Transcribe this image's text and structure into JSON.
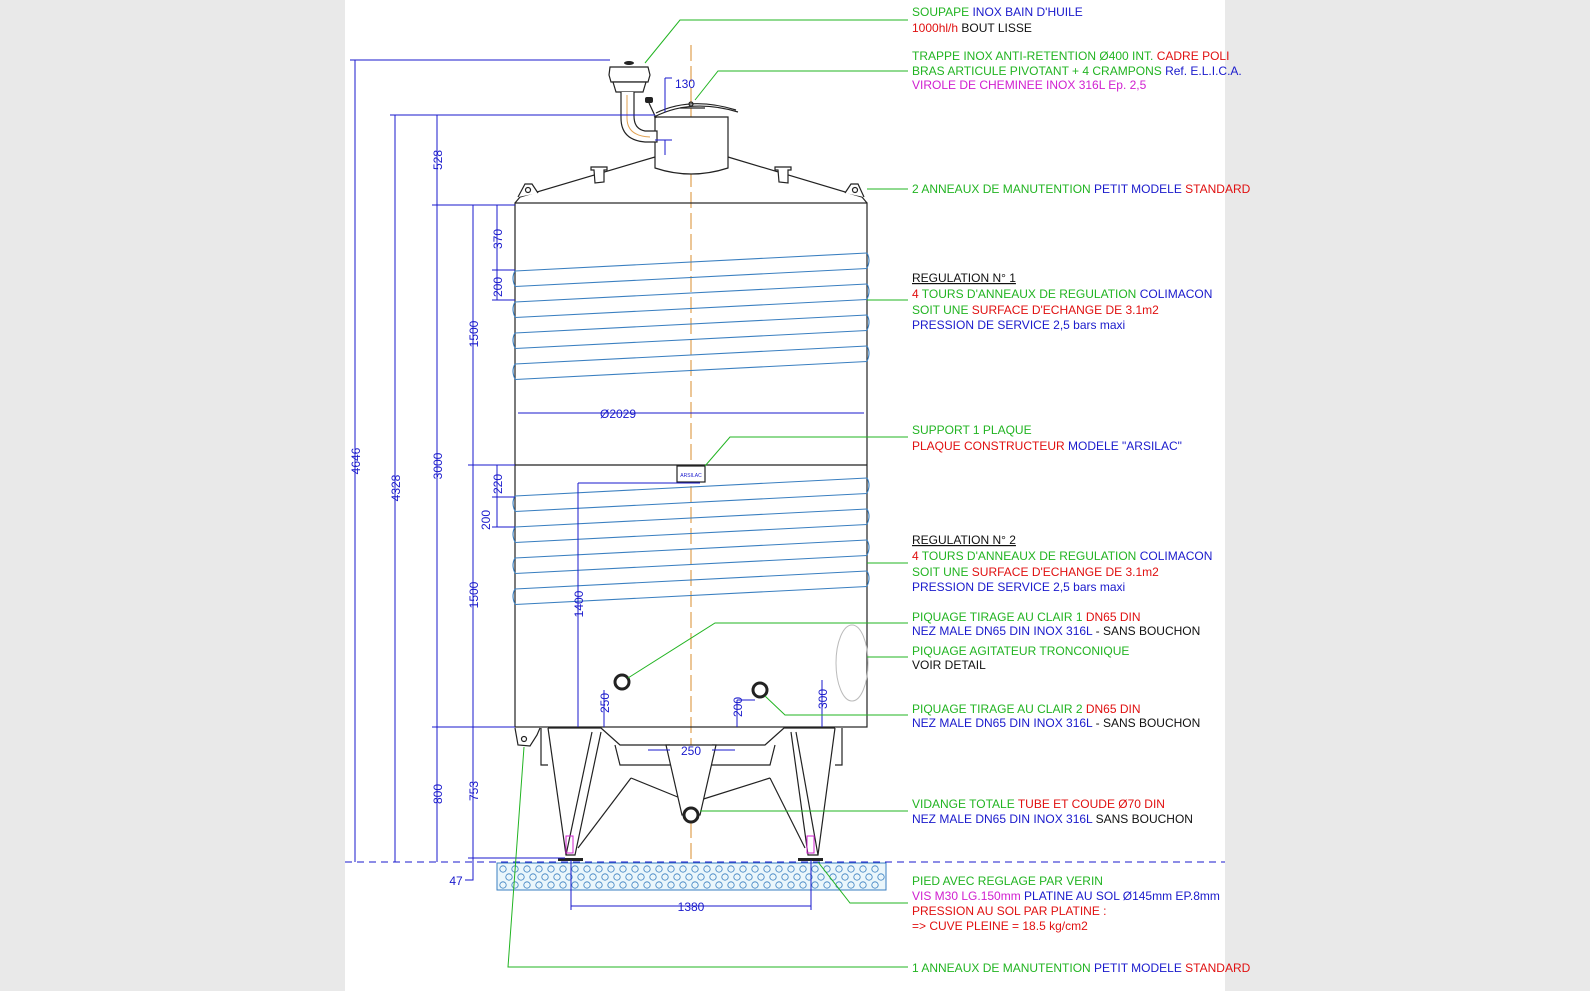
{
  "colors": {
    "green": "#22b422",
    "blue": "#1a1acc",
    "red": "#e01010",
    "magenta": "#d020d0",
    "black": "#111111",
    "centerline": "#e0a050"
  },
  "plate_logo": "ARSILAC",
  "dimensions": {
    "total_height": "4646",
    "height_to_manhole": "4328",
    "roof_height": "528",
    "shell_height": "3000",
    "legs_height": "800",
    "zone1_height": "1500",
    "zone2_height": "1500",
    "leg_height": "753",
    "coil1_offset": "370",
    "coil1_pitch": "200",
    "coil2_offset": "220",
    "coil2_pitch": "200",
    "outlet_height": "1400",
    "outlet1_height": "250",
    "outlet2_height": "200",
    "agitator_height": "300",
    "diameter": "Ø2029",
    "manhole_neck": "130",
    "drain_width": "250",
    "leg_spacing": "1380",
    "ground_offset": "47"
  },
  "annotations": [
    {
      "id": "soupape",
      "lines": [
        [
          {
            "t": "SOUPAPE",
            "c": "green"
          },
          {
            "t": " INOX BAIN D'HUILE",
            "c": "blue"
          }
        ],
        [
          {
            "t": "1000hl/h",
            "c": "red"
          },
          {
            "t": " BOUT LISSE",
            "c": "black"
          }
        ]
      ]
    },
    {
      "id": "trappe",
      "lines": [
        [
          {
            "t": "TRAPPE INOX ANTI-RETENTION Ø400 INT.",
            "c": "green"
          },
          {
            "t": " CADRE POLI",
            "c": "red"
          }
        ],
        [
          {
            "t": "BRAS ARTICULE PIVOTANT + 4 CRAMPONS",
            "c": "green"
          },
          {
            "t": " Ref. E.L.I.C.A.",
            "c": "blue"
          }
        ],
        [
          {
            "t": "VIROLE DE CHEMINEE INOX 316L Ep. 2,5",
            "c": "magenta"
          }
        ]
      ]
    },
    {
      "id": "anneaux-haut",
      "lines": [
        [
          {
            "t": "2 ANNEAUX DE MANUTENTION",
            "c": "green"
          },
          {
            "t": " PETIT MODELE",
            "c": "blue"
          },
          {
            "t": " STANDARD",
            "c": "red"
          }
        ]
      ]
    },
    {
      "id": "regulation-1",
      "lines": [
        [
          {
            "t": "REGULATION N° 1",
            "c": "black",
            "u": true
          }
        ],
        [
          {
            "t": "4",
            "c": "red"
          },
          {
            "t": " TOURS D'ANNEAUX DE REGULATION",
            "c": "green"
          },
          {
            "t": " COLIMACON",
            "c": "blue"
          }
        ],
        [
          {
            "t": "SOIT UNE",
            "c": "green"
          },
          {
            "t": " SURFACE D'ECHANGE DE 3.1m2",
            "c": "red"
          }
        ],
        [
          {
            "t": "PRESSION DE SERVICE 2,5 bars maxi",
            "c": "blue"
          }
        ]
      ]
    },
    {
      "id": "plaque",
      "lines": [
        [
          {
            "t": "SUPPORT 1 PLAQUE",
            "c": "green"
          }
        ],
        [
          {
            "t": "PLAQUE CONSTRUCTEUR",
            "c": "red"
          },
          {
            "t": " MODELE \"ARSILAC\"",
            "c": "blue"
          }
        ]
      ]
    },
    {
      "id": "regulation-2",
      "lines": [
        [
          {
            "t": "REGULATION N° 2",
            "c": "black",
            "u": true
          }
        ],
        [
          {
            "t": "4",
            "c": "red"
          },
          {
            "t": " TOURS D'ANNEAUX DE REGULATION",
            "c": "green"
          },
          {
            "t": " COLIMACON",
            "c": "blue"
          }
        ],
        [
          {
            "t": "SOIT UNE",
            "c": "green"
          },
          {
            "t": " SURFACE D'ECHANGE DE 3.1m2",
            "c": "red"
          }
        ],
        [
          {
            "t": "PRESSION DE SERVICE 2,5 bars maxi",
            "c": "blue"
          }
        ]
      ]
    },
    {
      "id": "tirage-1",
      "lines": [
        [
          {
            "t": "PIQUAGE TIRAGE AU CLAIR 1",
            "c": "green"
          },
          {
            "t": " DN65 DIN",
            "c": "red"
          }
        ],
        [
          {
            "t": "NEZ MALE DN65 DIN INOX 316L",
            "c": "blue"
          },
          {
            "t": " - SANS BOUCHON",
            "c": "black"
          }
        ]
      ]
    },
    {
      "id": "agitateur",
      "lines": [
        [
          {
            "t": "PIQUAGE AGITATEUR TRONCONIQUE",
            "c": "green"
          }
        ],
        [
          {
            "t": "VOIR DETAIL",
            "c": "black"
          }
        ]
      ]
    },
    {
      "id": "tirage-2",
      "lines": [
        [
          {
            "t": "PIQUAGE TIRAGE AU CLAIR 2",
            "c": "green"
          },
          {
            "t": " DN65 DIN",
            "c": "red"
          }
        ],
        [
          {
            "t": "NEZ MALE DN65 DIN INOX 316L",
            "c": "blue"
          },
          {
            "t": " - SANS BOUCHON",
            "c": "black"
          }
        ]
      ]
    },
    {
      "id": "vidange",
      "lines": [
        [
          {
            "t": "VIDANGE TOTALE",
            "c": "green"
          },
          {
            "t": " TUBE ET COUDE Ø70 DIN",
            "c": "red"
          }
        ],
        [
          {
            "t": "NEZ MALE DN65 DIN INOX 316L",
            "c": "blue"
          },
          {
            "t": " SANS BOUCHON",
            "c": "black"
          }
        ]
      ]
    },
    {
      "id": "pied",
      "lines": [
        [
          {
            "t": "PIED AVEC REGLAGE PAR VERIN",
            "c": "green"
          }
        ],
        [
          {
            "t": "VIS M30 LG.150mm",
            "c": "magenta"
          },
          {
            "t": " PLATINE AU SOL Ø145mm EP.8mm",
            "c": "blue"
          }
        ],
        [
          {
            "t": "PRESSION AU SOL PAR PLATINE :",
            "c": "red"
          }
        ],
        [
          {
            "t": "=> CUVE PLEINE = 18.5 kg/cm2",
            "c": "red"
          }
        ]
      ]
    },
    {
      "id": "anneaux-bas",
      "lines": [
        [
          {
            "t": "1 ANNEAUX DE MANUTENTION",
            "c": "green"
          },
          {
            "t": " PETIT MODELE",
            "c": "blue"
          },
          {
            "t": " STANDARD",
            "c": "red"
          }
        ]
      ]
    }
  ]
}
